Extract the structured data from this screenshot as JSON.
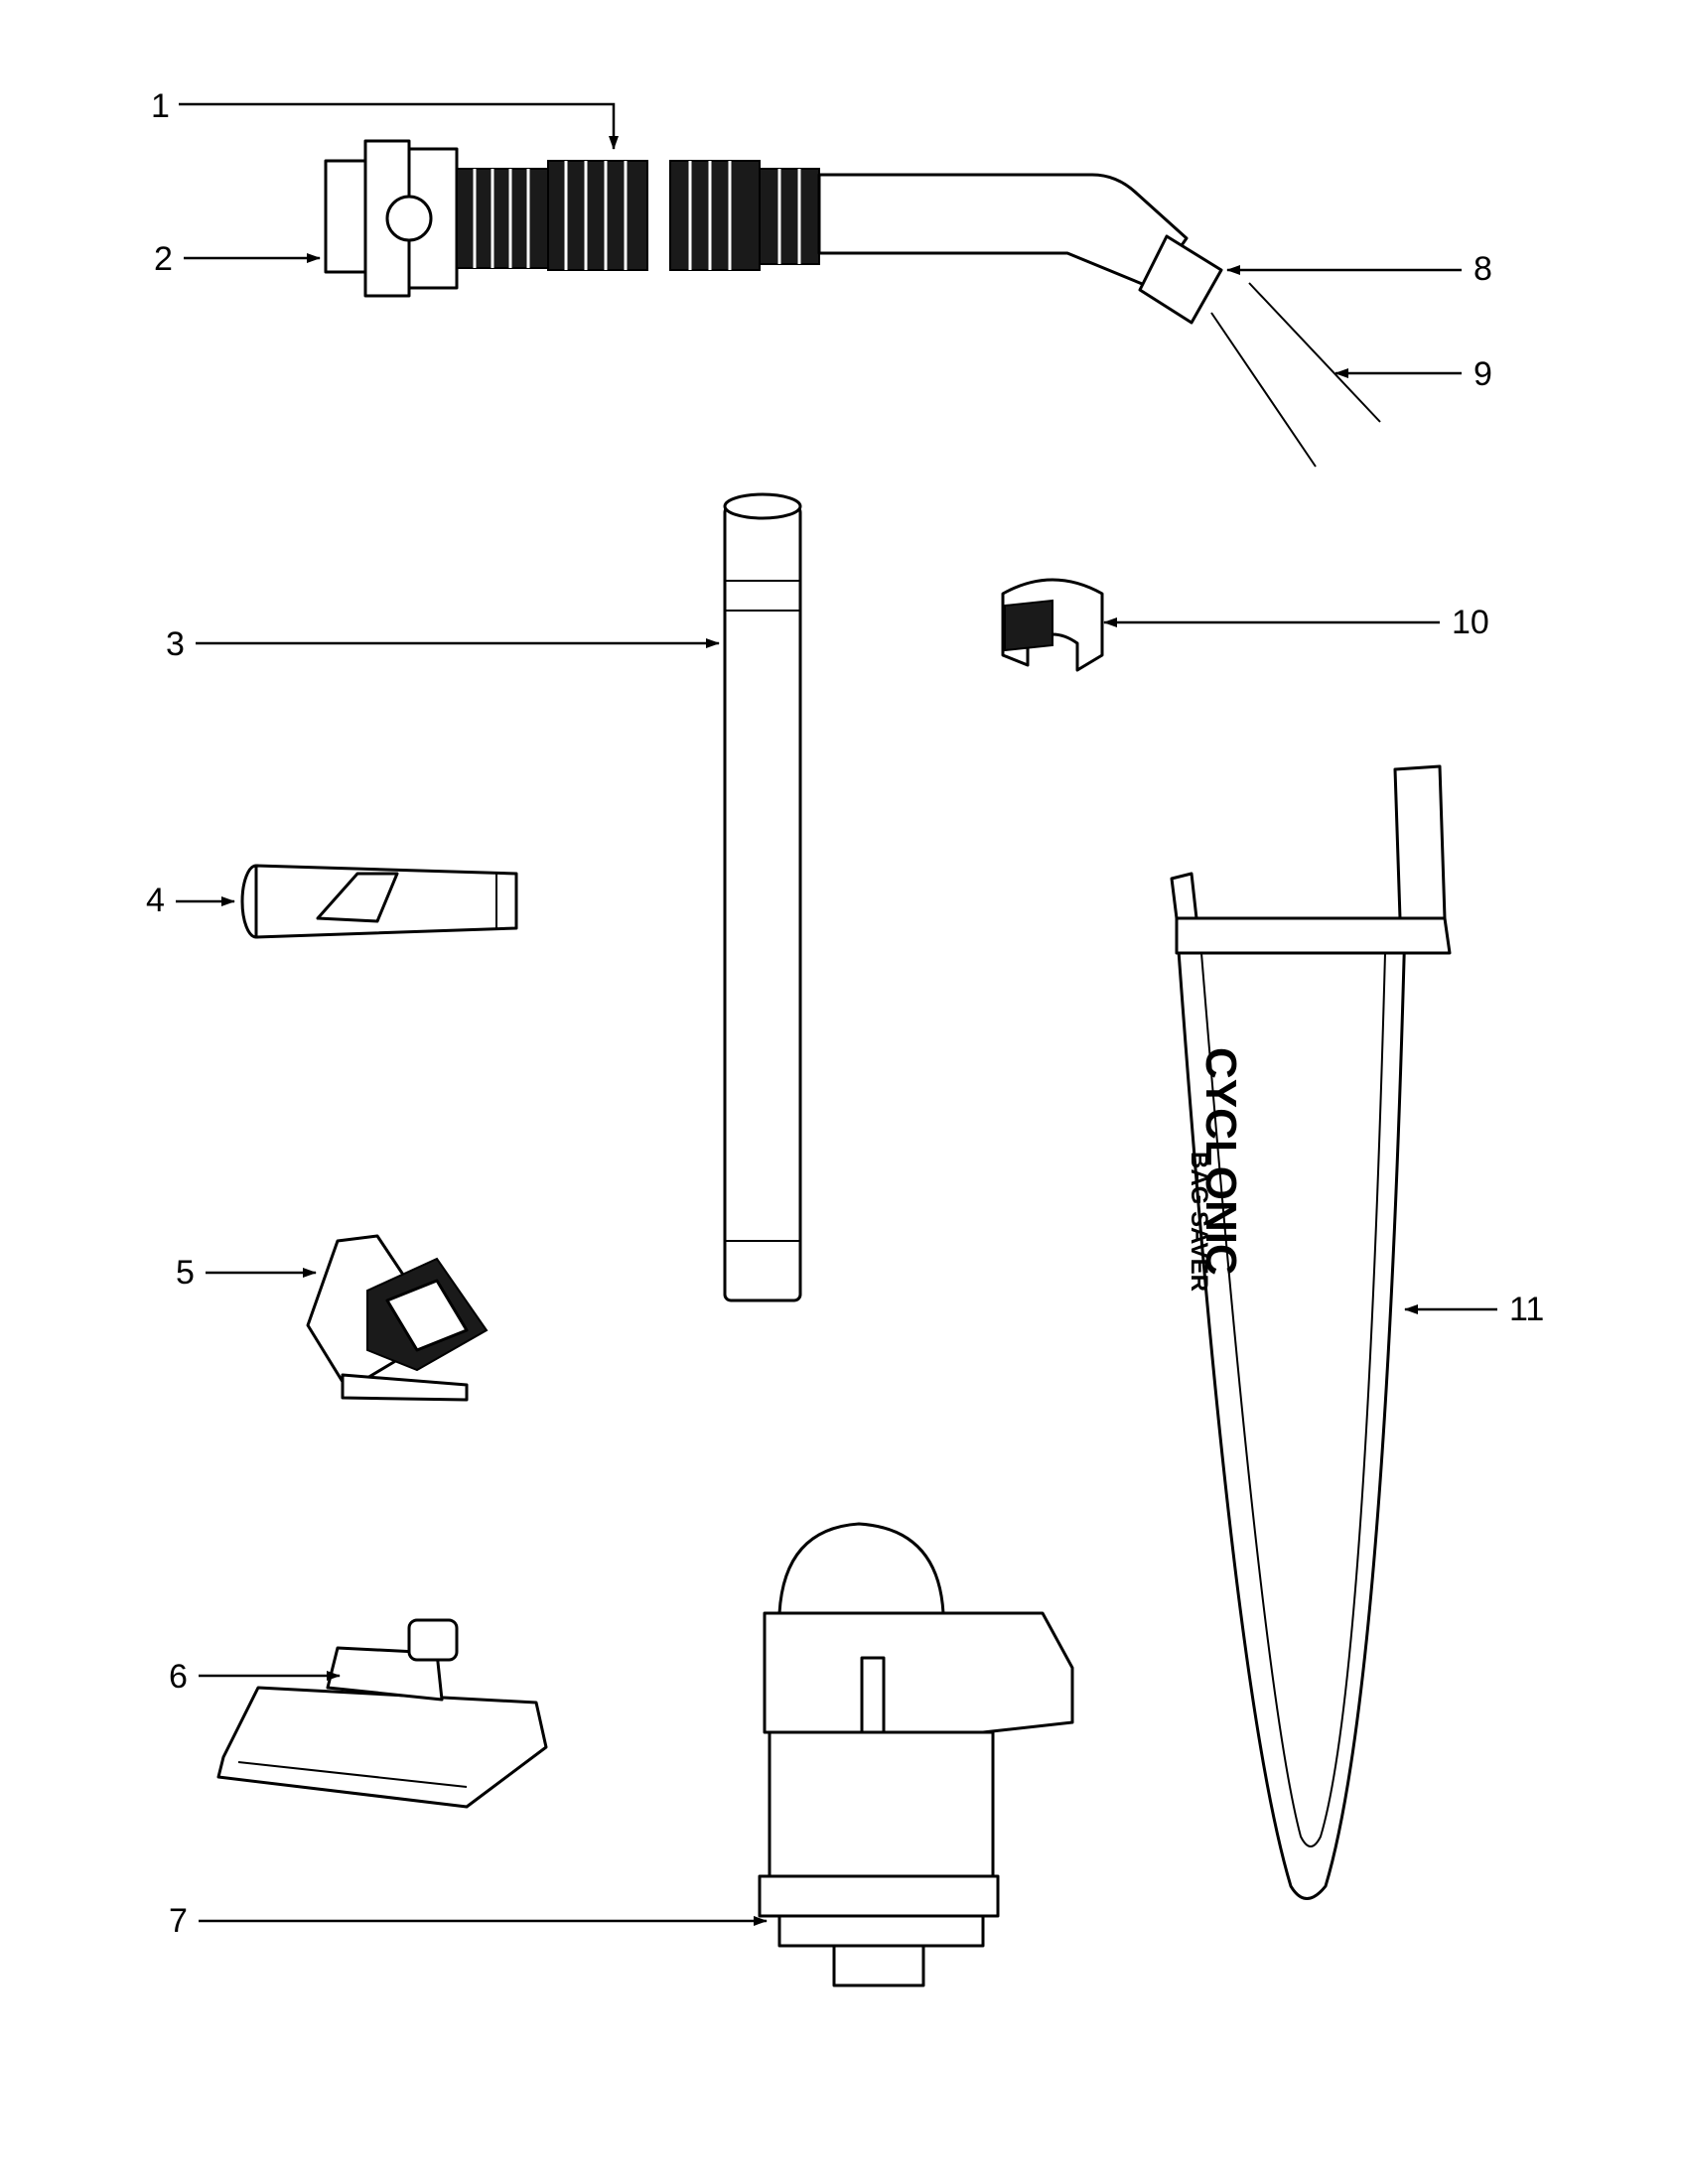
{
  "callouts": {
    "c1": "1",
    "c2": "2",
    "c3": "3",
    "c4": "4",
    "c5": "5",
    "c6": "6",
    "c7": "7",
    "c8": "8",
    "c9": "9",
    "c10": "10",
    "c11": "11"
  },
  "container_label": {
    "line1": "CYCLONIC",
    "line2": "BAG SAVER"
  }
}
